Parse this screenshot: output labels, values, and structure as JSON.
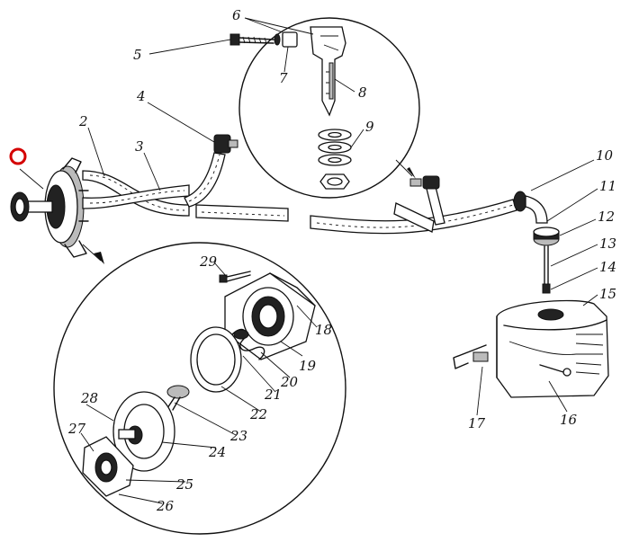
{
  "diagram": {
    "callouts": [
      "2",
      "3",
      "4",
      "5",
      "6",
      "7",
      "8",
      "9",
      "10",
      "11",
      "12",
      "13",
      "14",
      "15",
      "16",
      "17",
      "18",
      "19",
      "20",
      "21",
      "22",
      "23",
      "24",
      "25",
      "26",
      "27",
      "28",
      "29"
    ],
    "marker_color": "#d40000"
  }
}
